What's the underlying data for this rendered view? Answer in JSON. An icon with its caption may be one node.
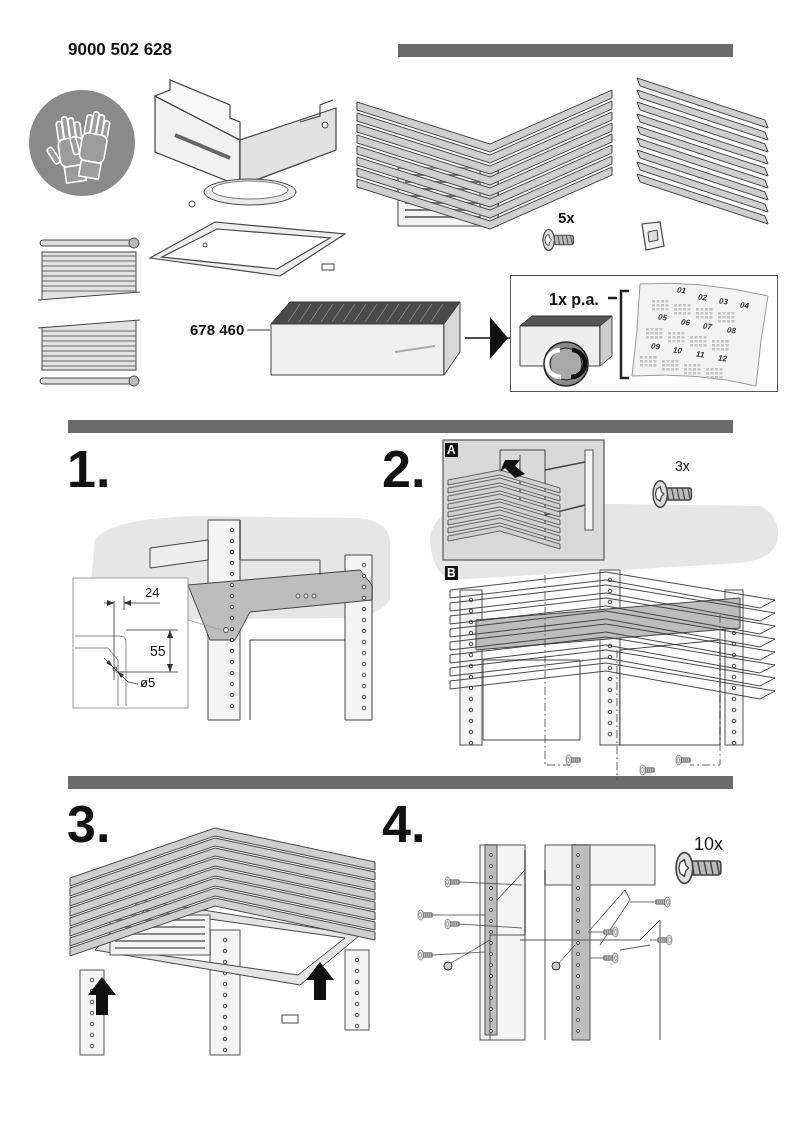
{
  "diagram": {
    "nodes": [
      {
        "text": [
          "678 460"
        ]
      },
      {
        "text": [],
        "shape": "picture"
      },
      {
        "text": [
          "1x p.a."
        ]
      }
    ],
    "edges": [
      {
        "from": 0,
        "to": 1,
        "arrow": "none"
      },
      {
        "from": 1,
        "to": 2,
        "arrow": "to"
      }
    ],
    "labels": [
      "9000 502 628",
      "5x",
      "01",
      "02",
      "03",
      "04",
      "05",
      "06",
      "07",
      "08",
      "09",
      "10",
      "11",
      "12",
      "1.",
      "24",
      "55",
      "ø5",
      "2.",
      "A",
      "3x",
      "B",
      "3.",
      "4.",
      "10x"
    ]
  }
}
